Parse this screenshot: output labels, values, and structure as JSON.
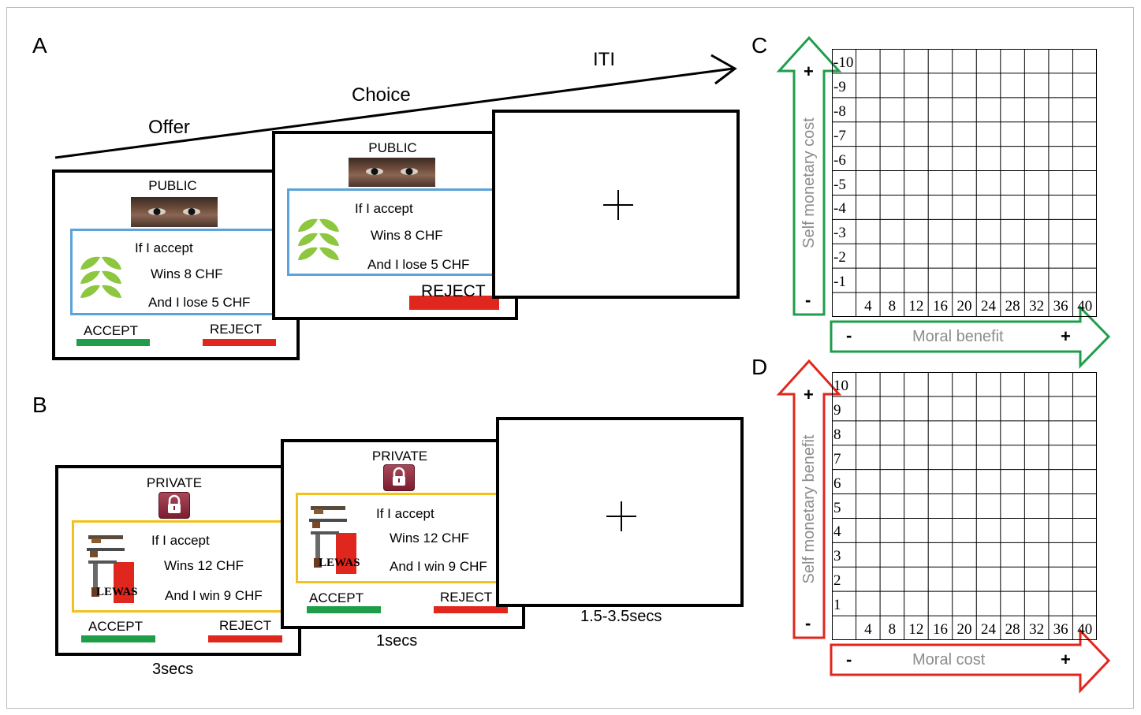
{
  "panels": {
    "a": "A",
    "b": "B",
    "c": "C",
    "d": "D"
  },
  "timeline": {
    "offer": "Offer",
    "choice": "Choice",
    "iti": "ITI"
  },
  "panel_a": {
    "offer_screen": {
      "title": "PUBLIC",
      "line1": "If I accept",
      "line2": "Wins 8 CHF",
      "line3": "And I lose 5 CHF",
      "accept": "ACCEPT",
      "reject": "REJECT"
    },
    "choice_screen": {
      "title": "PUBLIC",
      "line1": "If I accept",
      "line2": "Wins 8 CHF",
      "line3": "And I lose 5 CHF",
      "reject": "REJECT"
    }
  },
  "panel_b": {
    "offer_screen": {
      "title": "PRIVATE",
      "line1": "If I accept",
      "line2": "Wins 12 CHF",
      "line3": "And I win 9 CHF",
      "accept": "ACCEPT",
      "reject": "REJECT",
      "logo": "LEWAS"
    },
    "choice_screen": {
      "title": "PRIVATE",
      "line1": "If I accept",
      "line2": "Wins 12 CHF",
      "line3": "And I win 9 CHF",
      "accept": "ACCEPT",
      "reject": "REJECT",
      "logo": "LEWAS"
    },
    "timings": {
      "offer": "3secs",
      "choice": "1secs",
      "iti": "1.5-3.5secs"
    }
  },
  "panel_c": {
    "y_axis_label": "Self monetary cost",
    "x_axis_label": "Moral benefit",
    "y_ticks": [
      "-10",
      "-9",
      "-8",
      "-7",
      "-6",
      "-5",
      "-4",
      "-3",
      "-2",
      "-1"
    ],
    "x_ticks": [
      "4",
      "8",
      "12",
      "16",
      "20",
      "24",
      "28",
      "32",
      "36",
      "40"
    ],
    "plus": "+",
    "minus": "-"
  },
  "panel_d": {
    "y_axis_label": "Self monetary benefit",
    "x_axis_label": "Moral cost",
    "y_ticks": [
      "10",
      "9",
      "8",
      "7",
      "6",
      "5",
      "4",
      "3",
      "2",
      "1"
    ],
    "x_ticks": [
      "4",
      "8",
      "12",
      "16",
      "20",
      "24",
      "28",
      "32",
      "36",
      "40"
    ],
    "plus": "+",
    "minus": "-"
  },
  "colors": {
    "public_box": "#5ba3d9",
    "private_box": "#f2c21b",
    "accept_bar": "#1f9e4a",
    "reject_bar": "#e0271e",
    "arrow_green": "#1f9e4a",
    "arrow_red": "#e0271e",
    "axis_text": "#8c8c8c"
  },
  "icons": [
    "eyes-photo",
    "plant-logo",
    "lock-icon",
    "weapon-image",
    "fixation-cross-icon"
  ]
}
